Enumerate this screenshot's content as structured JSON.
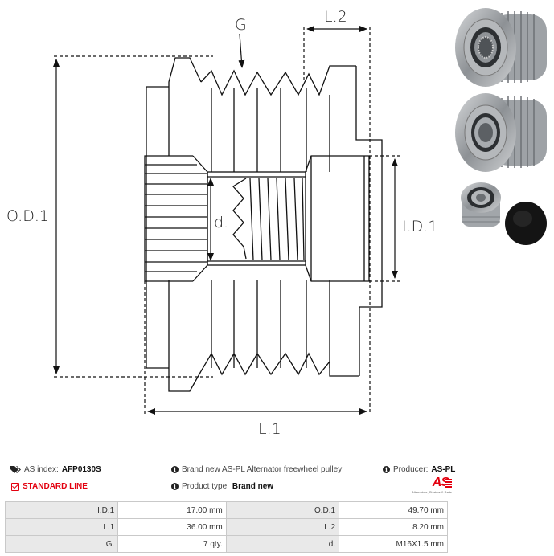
{
  "drawing": {
    "labels": {
      "groove": "G",
      "l2": "L.2",
      "od1": "O.D.1",
      "id1": "I.D.1",
      "thread": "d.",
      "l1": "L.1"
    }
  },
  "photos": [
    {
      "name": "pulley-front-view",
      "description": "freewheel pulley, splined side"
    },
    {
      "name": "pulley-rear-view",
      "description": "freewheel pulley, bore side"
    },
    {
      "name": "pulley-small-view",
      "description": "freewheel pulley, small view"
    },
    {
      "name": "pulley-cap",
      "description": "black protective cap"
    }
  ],
  "info": {
    "index_label": "AS index:",
    "index_value": "AFP0130S",
    "line_label": "STANDARD LINE",
    "description": "Brand new AS-PL Alternator freewheel pulley",
    "type_label": "Product type:",
    "type_value": "Brand new",
    "producer_label": "Producer:",
    "producer_value": "AS-PL",
    "logo_text": "AS",
    "logo_subtitle": "Alternators, Starters & Parts",
    "accent_color": "#e3000f"
  },
  "specs": [
    {
      "k1": "I.D.1",
      "v1": "17.00 mm",
      "k2": "O.D.1",
      "v2": "49.70 mm"
    },
    {
      "k1": "L.1",
      "v1": "36.00 mm",
      "k2": "L.2",
      "v2": "8.20 mm"
    },
    {
      "k1": "G.",
      "v1": "7 qty.",
      "k2": "d.",
      "v2": "M16X1.5 mm"
    }
  ]
}
